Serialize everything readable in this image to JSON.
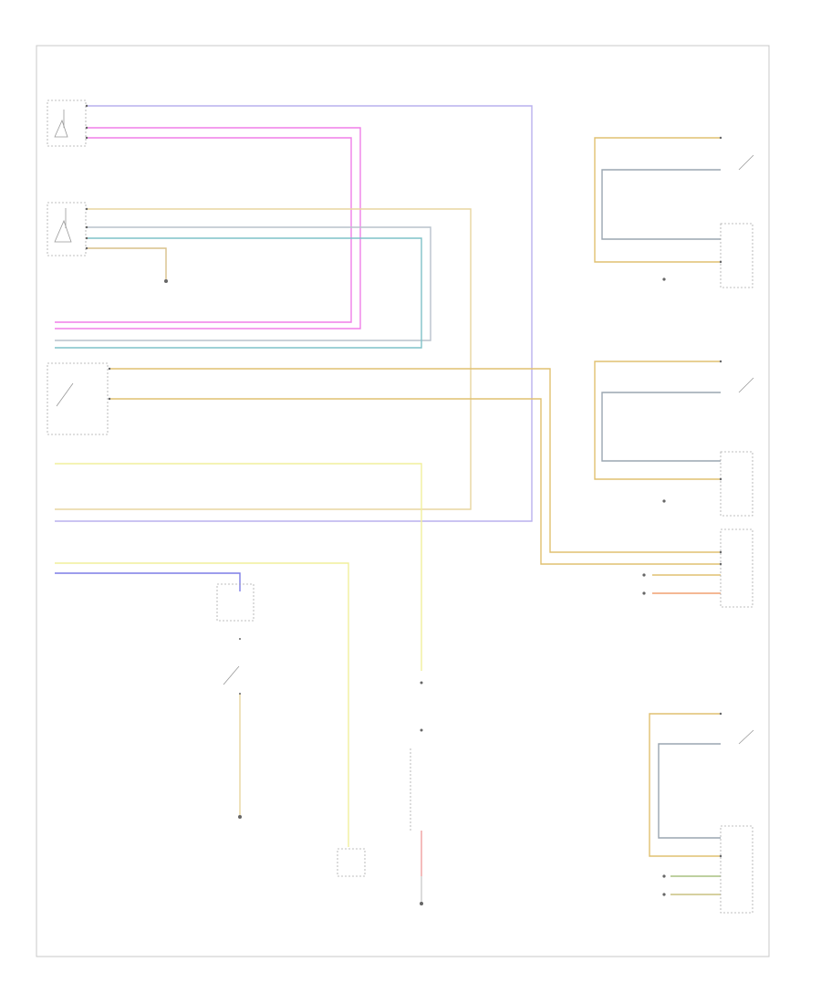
{
  "diagram": {
    "footer_code": "",
    "colors": {
      "violet": "#b9b0ee",
      "pink": "#f07fe8",
      "tan": "#e8d6a0",
      "gray": "#b8c2cc",
      "teal": "#7fc2c8",
      "green": "#9ee39c",
      "brown": "#d9c08a",
      "yellow": "#f1ef9c",
      "blue": "#7d7de6",
      "peach": "#f0cf9e",
      "red": "#f0a0a0",
      "frame": "#c8c8c8"
    },
    "components": [
      {
        "id": "fuel-level-sensor"
      },
      {
        "id": "fuel-level-sensor-2"
      },
      {
        "id": "ground"
      },
      {
        "id": "front-passenger-door-lock-unit"
      },
      {
        "id": "brake-light-switch"
      },
      {
        "id": "left-rear-brake-wear-sensor"
      },
      {
        "id": "electronic-parking-brake-control-module"
      },
      {
        "id": "right-rear-door-control-module"
      },
      {
        "id": "left-rear-door-control-module"
      },
      {
        "id": "front-passenger-door-control-module"
      },
      {
        "id": "driver-door-control-module"
      }
    ]
  }
}
